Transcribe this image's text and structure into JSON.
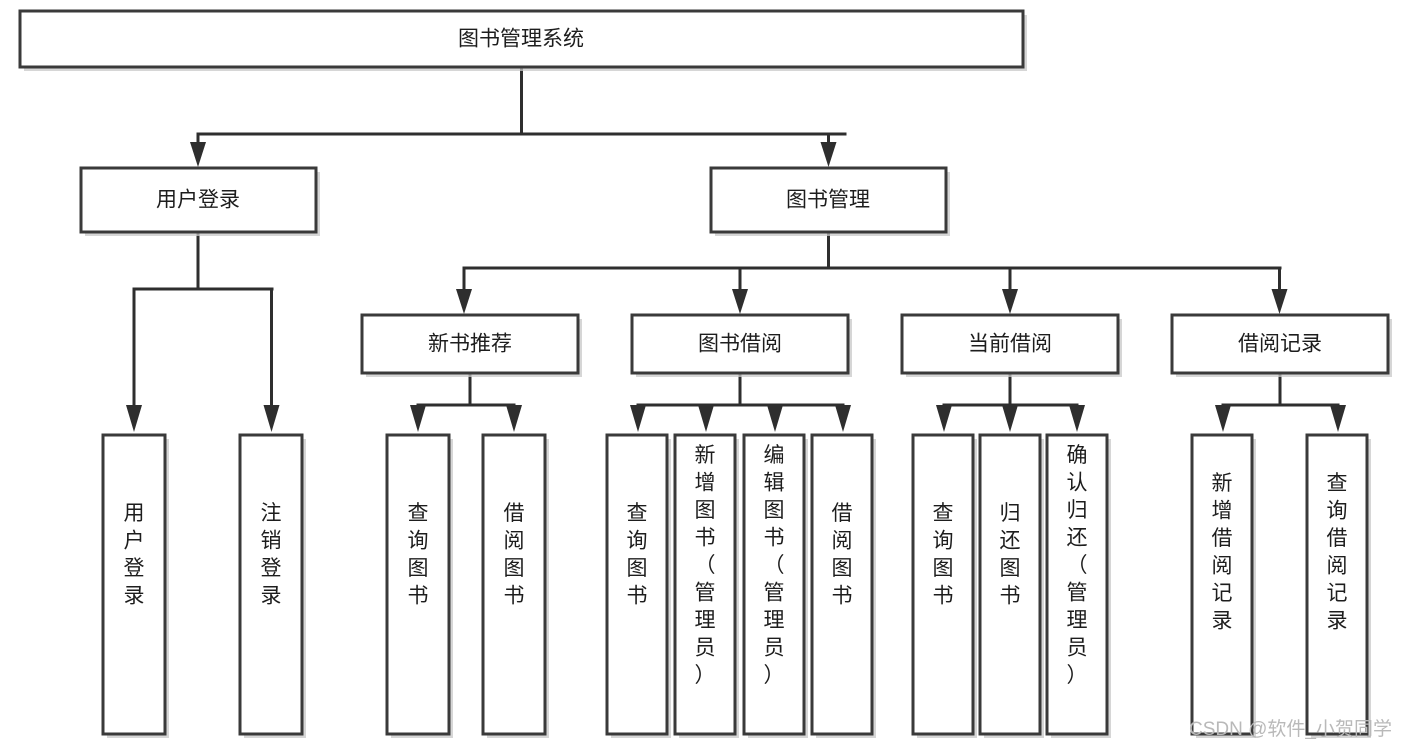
{
  "diagram": {
    "type": "tree-hierarchy",
    "title": "图书管理系统",
    "orientation": "top-down",
    "colors": {
      "box_stroke": "#3a3a3a",
      "box_fill": "#ffffff",
      "connector": "#2e2e2e",
      "text": "#1d1d1d",
      "watermark": "#b9b9b9",
      "background": "#ffffff"
    },
    "levels": {
      "root": {
        "label": "图书管理系统"
      },
      "level2": [
        {
          "label": "用户登录"
        },
        {
          "label": "图书管理"
        }
      ],
      "level3": [
        {
          "label": "新书推荐"
        },
        {
          "label": "图书借阅"
        },
        {
          "label": "当前借阅"
        },
        {
          "label": "借阅记录"
        }
      ],
      "leaves": {
        "user_login": [
          {
            "label": "用户登录"
          },
          {
            "label": "注销登录"
          }
        ],
        "new_book_recommend": [
          {
            "label": "查询图书"
          },
          {
            "label": "借阅图书"
          }
        ],
        "book_borrow": [
          {
            "label": "查询图书"
          },
          {
            "label": "新增图书（管理员）"
          },
          {
            "label": "编辑图书（管理员）"
          },
          {
            "label": "借阅图书"
          }
        ],
        "current_borrow": [
          {
            "label": "查询图书"
          },
          {
            "label": "归还图书"
          },
          {
            "label": "确认归还（管理员）"
          }
        ],
        "borrow_record": [
          {
            "label": "新增借阅记录"
          },
          {
            "label": "查询借阅记录"
          }
        ]
      }
    },
    "watermark": "CSDN @软件_小贺同学"
  }
}
